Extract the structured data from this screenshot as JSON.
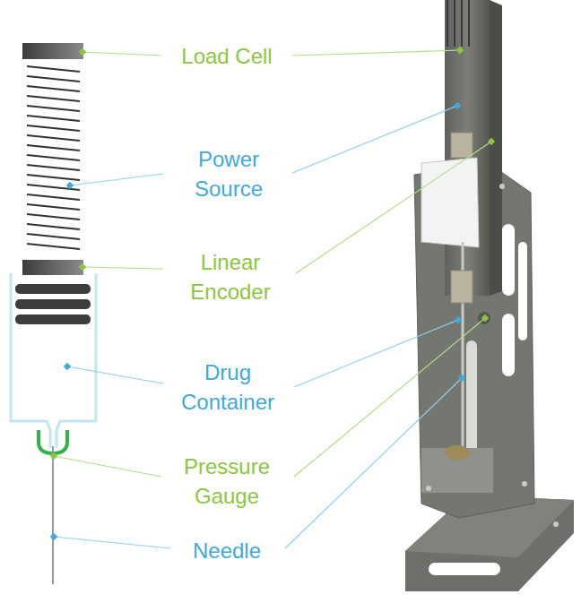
{
  "diagram": {
    "labels": [
      "Load Cell",
      "Power Source",
      "Linear Encoder",
      "Drug Container",
      "Pressure Gauge",
      "Needle"
    ]
  }
}
